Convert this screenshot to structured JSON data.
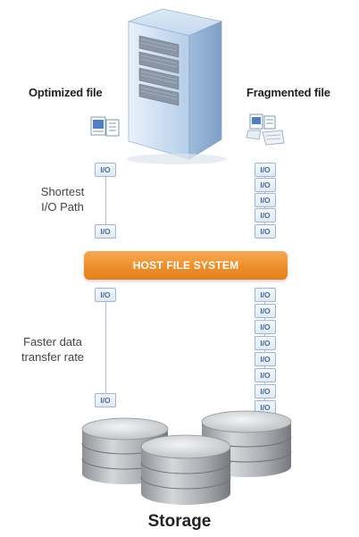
{
  "labels": {
    "optimized_file": "Optimized file",
    "fragmented_file": "Fragmented file",
    "shortest_path": [
      "Shortest",
      "I/O Path"
    ],
    "faster_rate": [
      "Faster data",
      "transfer rate"
    ],
    "host_file_system": "HOST FILE SYSTEM",
    "storage": "Storage"
  },
  "io_badge_text": "I/O",
  "icons": {
    "server": "server-tower-icon",
    "optimized_file": "document-icon",
    "fragmented_file": "fragmented-document-icon",
    "storage": "disk-stack-icon"
  },
  "colors": {
    "host_bar": "#ee8f2c",
    "io_text": "#4a6a92",
    "io_border": "#9fb6d2",
    "server_blue": "#b9d2ec"
  }
}
